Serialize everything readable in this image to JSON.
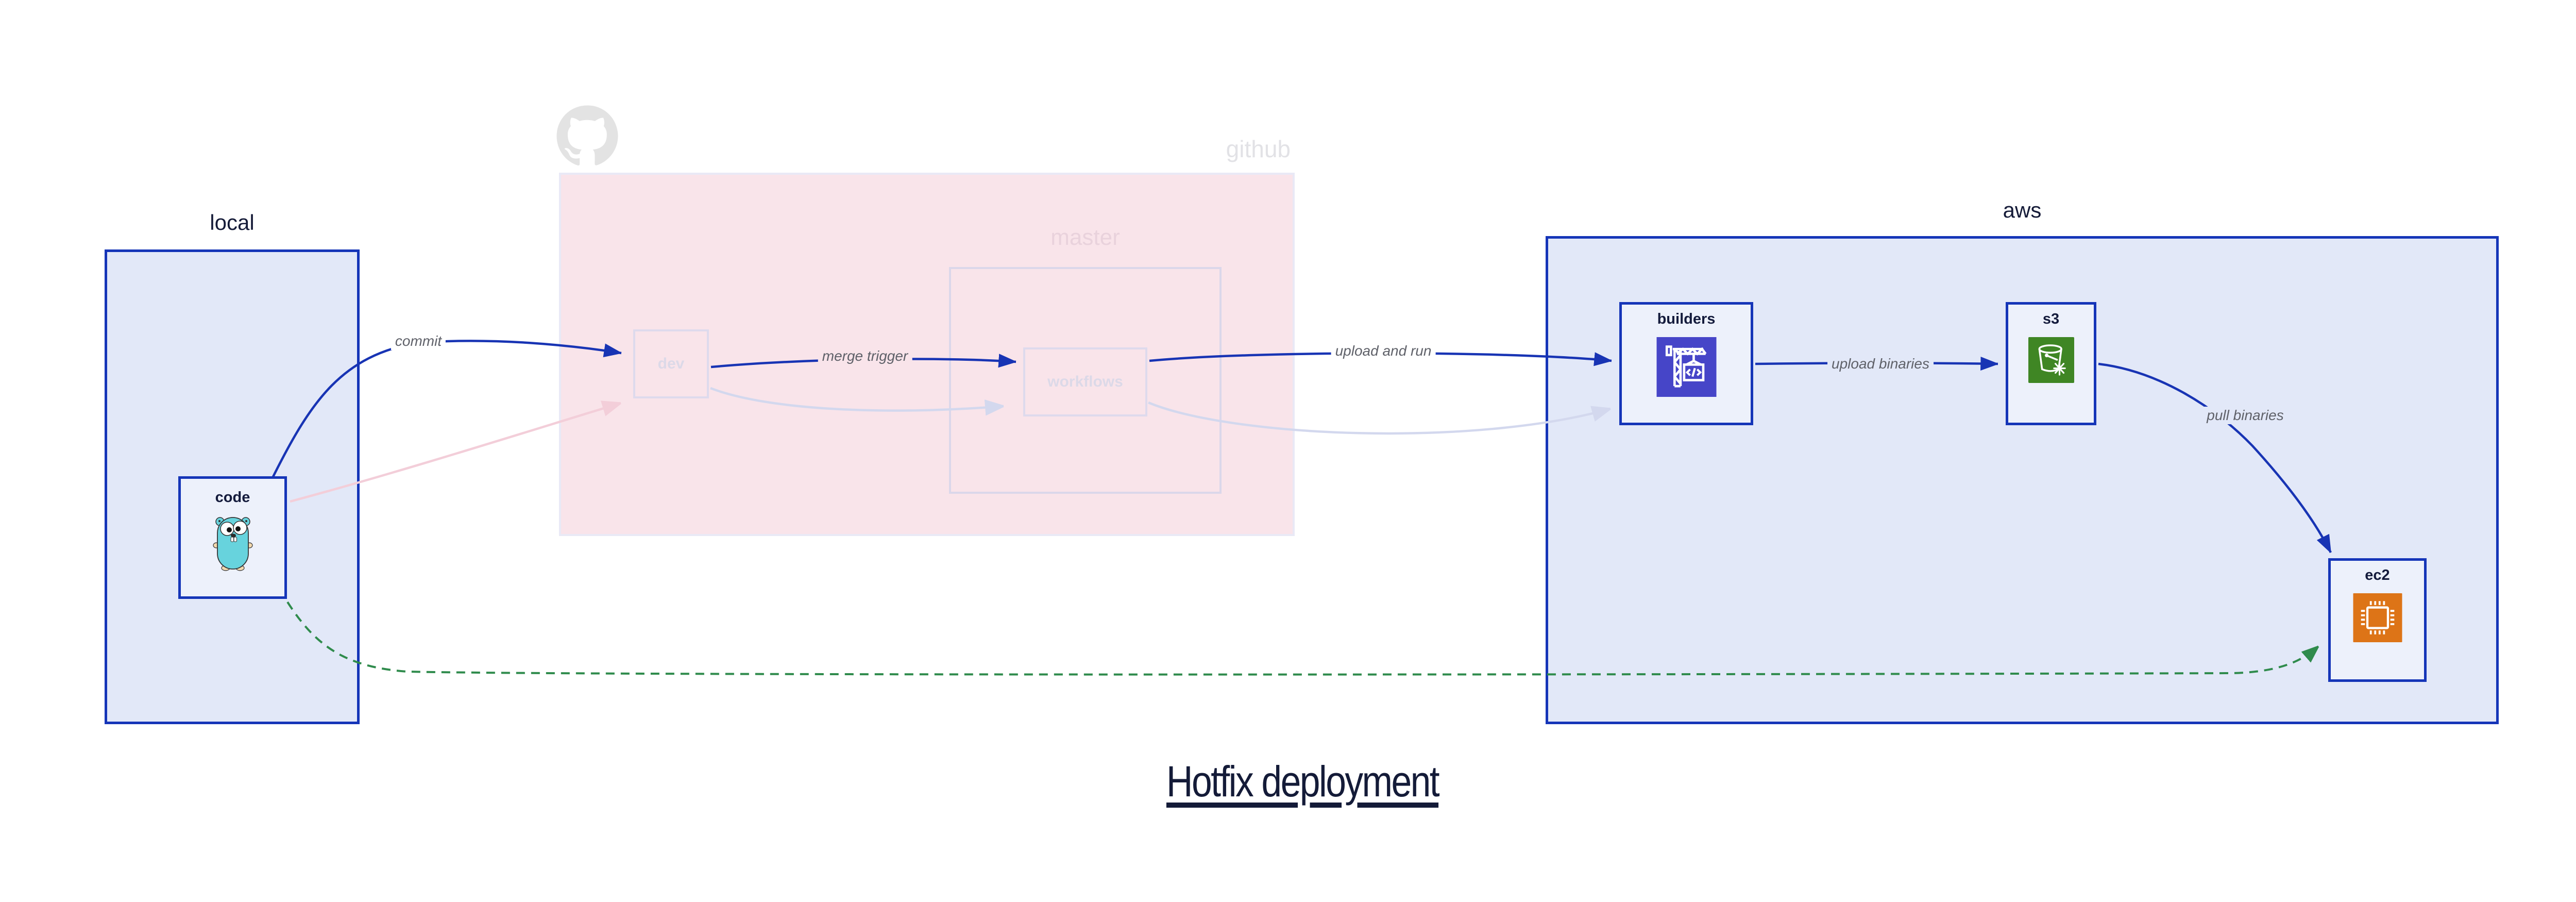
{
  "title": {
    "text": "Hotfix deployment"
  },
  "groups": {
    "local": {
      "label": "local"
    },
    "github": {
      "label": "github",
      "master_label": "master"
    },
    "aws": {
      "label": "aws"
    }
  },
  "nodes": {
    "code": {
      "label": "code",
      "icon": "gopher-icon"
    },
    "dev": {
      "label": "dev"
    },
    "workflows": {
      "label": "workflows"
    },
    "builders": {
      "label": "builders",
      "icon": "codebuild-crane-icon"
    },
    "s3": {
      "label": "s3",
      "icon": "s3-bucket-icon"
    },
    "ec2": {
      "label": "ec2",
      "icon": "ec2-chip-icon"
    }
  },
  "edges": {
    "commit": {
      "label": "commit",
      "from": "code",
      "to": "dev",
      "style": "solid-blue"
    },
    "merge_trigger": {
      "label": "merge trigger",
      "from": "dev",
      "to": "workflows",
      "style": "solid-blue"
    },
    "upload_and_run": {
      "label": "upload and run",
      "from": "workflows",
      "to": "builders",
      "style": "solid-blue"
    },
    "upload_binaries": {
      "label": "upload binaries",
      "from": "builders",
      "to": "s3",
      "style": "solid-blue"
    },
    "pull_binaries": {
      "label": "pull binaries",
      "from": "s3",
      "to": "ec2",
      "style": "solid-blue"
    },
    "hotfix_path": {
      "label": "",
      "from": "code",
      "to": "ec2",
      "style": "dashed-green"
    },
    "faded_commit": {
      "label": "",
      "from": "code",
      "to": "dev",
      "style": "faded-pink"
    },
    "faded_merge": {
      "label": "",
      "from": "dev",
      "to": "workflows",
      "style": "faded-lavender"
    },
    "faded_run": {
      "label": "",
      "from": "workflows",
      "to": "builders",
      "style": "faded-lavender"
    }
  },
  "colors": {
    "navy_border": "#1535b8",
    "box_fill": "#e2e8f8",
    "node_fill": "#edf1fb",
    "github_fill": "#f9e4ea",
    "faded_border": "#dbd7ea",
    "edge_blue": "#1834b4",
    "edge_green": "#2f8b4c",
    "edge_faded_pink": "#f3ced9",
    "edge_faded_lavender": "#d3d8ee",
    "label_gray": "#5f6169",
    "github_gray": "#e2e2e6",
    "codebuild_indigo": "#4645c8",
    "s3_green": "#3f8624",
    "ec2_orange": "#dd7417",
    "gopher_teal": "#67d3dd"
  }
}
